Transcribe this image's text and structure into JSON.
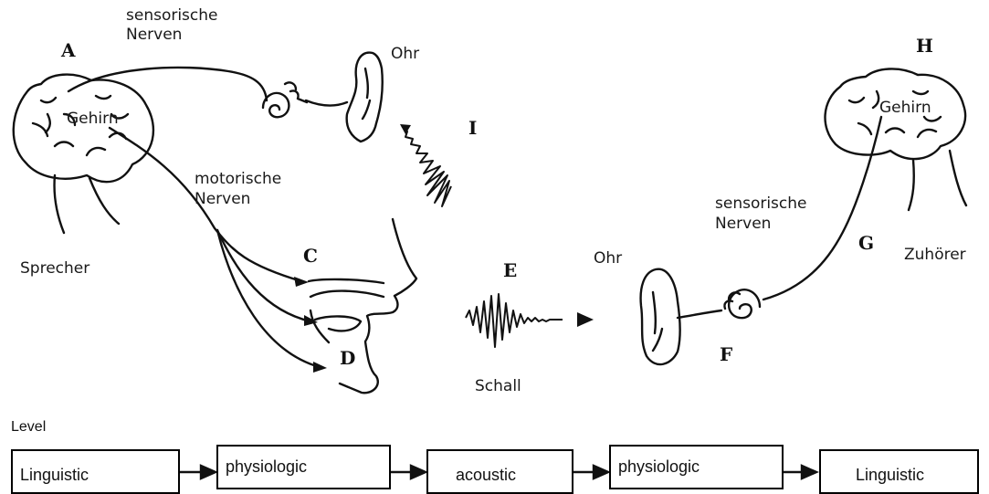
{
  "labels": {
    "sensory_nerves_top": [
      "sensorische",
      "Nerven"
    ],
    "ear_top": "Ohr",
    "brain_speaker": "Gehirn",
    "motor_nerves": [
      "motorische",
      "Nerven"
    ],
    "speaker": "Sprecher",
    "sound": "Schall",
    "ear_right": "Ohr",
    "sensory_nerves_right": [
      "sensorische",
      "Nerven"
    ],
    "brain_listener": "Gehirn",
    "listener": "Zuhörer"
  },
  "letters": {
    "a": "A",
    "c": "C",
    "d": "D",
    "e": "E",
    "f": "F",
    "g": "G",
    "h": "H",
    "i": "I"
  },
  "level_label": "Level",
  "levels": [
    "Linguistic",
    "physiologic",
    "acoustic",
    "physiologic",
    "Linguistic"
  ]
}
